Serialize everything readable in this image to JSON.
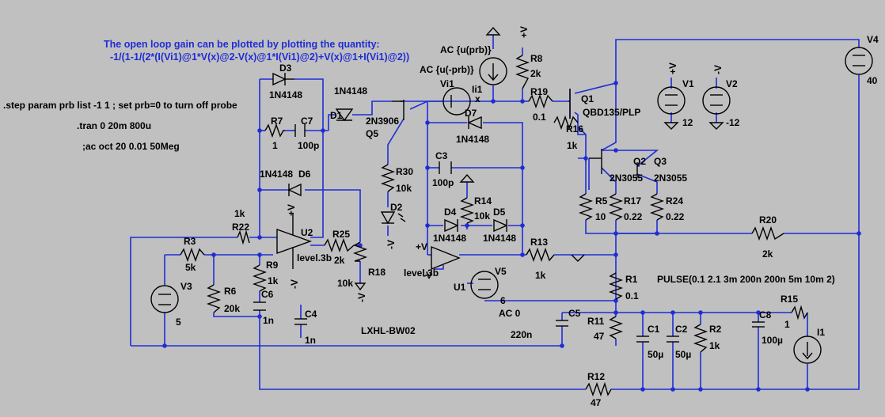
{
  "annotations": {
    "note_line1": "The open loop gain can be plotted by plotting the quantity:",
    "note_line2": "-1/(1-1/(2*(I(Vi1)@1*V(x)@2-V(x)@1*I(Vi1)@2)+V(x)@1+I(Vi1)@2))",
    "step_directive": ".step param prb list -1 1 ; set prb=0 to turn off probe",
    "tran_directive": ".tran 0 20m 800u",
    "ac_directive": ";ac oct 20 0.01 50Meg",
    "pulse": "PULSE(0.1 2.1 3m 200n 200n 5m 10m 2)",
    "led_model": "LXHL-BW02"
  },
  "components": {
    "D3_ref": "D3",
    "D3_val": "1N4148",
    "D1_ref": "D1",
    "D1_val": "1N4148",
    "D6_ref": "D6",
    "D6_val": "1N4148",
    "D7_ref": "D7",
    "D7_val": "1N4148",
    "D4_ref": "D4",
    "D4_val": "1N4148",
    "D5_ref": "D5",
    "D5_val": "1N4148",
    "D2_ref": "D2",
    "R7_ref": "R7",
    "R7_val": "1",
    "C7_ref": "C7",
    "C7_val": "100p",
    "R22_ref": "R22",
    "R22_val": "1k",
    "R3_ref": "R3",
    "R3_val": "5k",
    "R6_ref": "R6",
    "R6_val": "20k",
    "R9_ref": "R9",
    "R9_val": "1k",
    "C6_ref": "C6",
    "C6_val": "1n",
    "C4_ref": "C4",
    "C4_val": "1n",
    "R25_ref": "R25",
    "R25_val": "2k",
    "R18_ref": "R18",
    "R18_val": "10k",
    "R30_ref": "R30",
    "R30_val": "10k",
    "C3_ref": "C3",
    "C3_val": "100p",
    "R14_ref": "R14",
    "R14_val": "10k",
    "R13_ref": "R13",
    "R13_val": "1k",
    "R8_ref": "R8",
    "R8_val": "2k",
    "R19_ref": "R19",
    "R19_val": "0.1",
    "R16_ref": "R16",
    "R16_val": "1k",
    "R5_ref": "R5",
    "R5_val": "10",
    "R17_ref": "R17",
    "R17_val": "0.22",
    "R24_ref": "R24",
    "R24_val": "0.22",
    "R20_ref": "R20",
    "R20_val": "2k",
    "R1_ref": "R1",
    "R1_val": "0.1",
    "R11_ref": "R11",
    "R11_val": "47",
    "R12_ref": "R12",
    "R12_val": "47",
    "R15_ref": "R15",
    "R15_val": "1",
    "R2_ref": "R2",
    "R2_val": "1k",
    "C5_ref": "C5",
    "C5_val": "220n",
    "C1_ref": "C1",
    "C1_val": "50µ",
    "C2_ref": "C2",
    "C2_val": "50µ",
    "C8_ref": "C8",
    "C8_val": "100µ",
    "Q5_ref": "Q5",
    "Q5_val": "2N3906",
    "Q1_ref": "Q1",
    "Q1_val": "QBD135/PLP",
    "Q2_ref": "Q2",
    "Q2_val": "2N3055",
    "Q3_ref": "Q3",
    "Q3_val": "2N3055",
    "U1_ref": "U1",
    "U1_val": "level.3b",
    "U2_ref": "U2",
    "U2_val": "level.3b",
    "V1_ref": "V1",
    "V1_val": "12",
    "V2_ref": "V2",
    "V2_val": "-12",
    "V3_ref": "V3",
    "V3_val": "5",
    "V4_ref": "V4",
    "V4_val": "40",
    "V5_ref": "V5",
    "V5_val": "6",
    "V5_ac": "AC 0",
    "Vi1_ref": "Vi1",
    "Vi1_ac": "AC {u(prb)}",
    "Ii1_ref": "Ii1",
    "Ii1_ac": "AC {u(-prb)}",
    "I1_ref": "I1",
    "net_x": "x",
    "plus_v": "+V",
    "minus_v": "-V"
  }
}
